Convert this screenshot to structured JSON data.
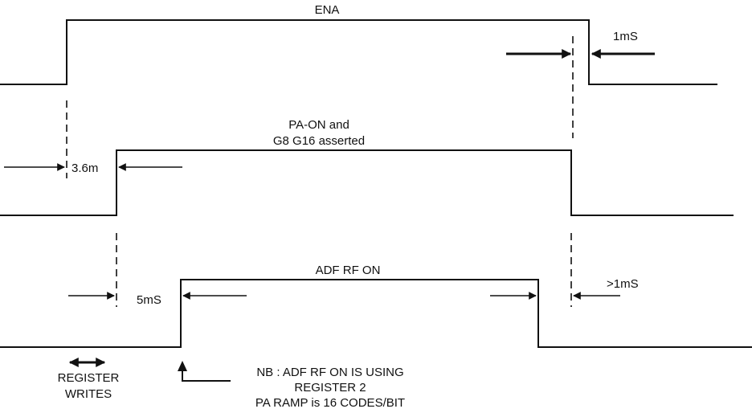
{
  "signals": {
    "ena": {
      "name": "ENA"
    },
    "pa_on": {
      "name_line1": "PA-ON and",
      "name_line2": "G8 G16 asserted"
    },
    "adf_rf_on": {
      "name": "ADF RF ON"
    }
  },
  "timings": {
    "ena_to_pa_on": "3.6m",
    "pa_off_to_ena_off": "1mS",
    "pa_on_to_adf_rf_on": "5mS",
    "adf_off_to_pa_off": ">1mS"
  },
  "register_writes": {
    "line1": "REGISTER",
    "line2": "WRITES"
  },
  "note": {
    "line1": "NB : ADF RF ON IS USING",
    "line2": "REGISTER 2",
    "line3": "PA RAMP is 16 CODES/BIT"
  }
}
